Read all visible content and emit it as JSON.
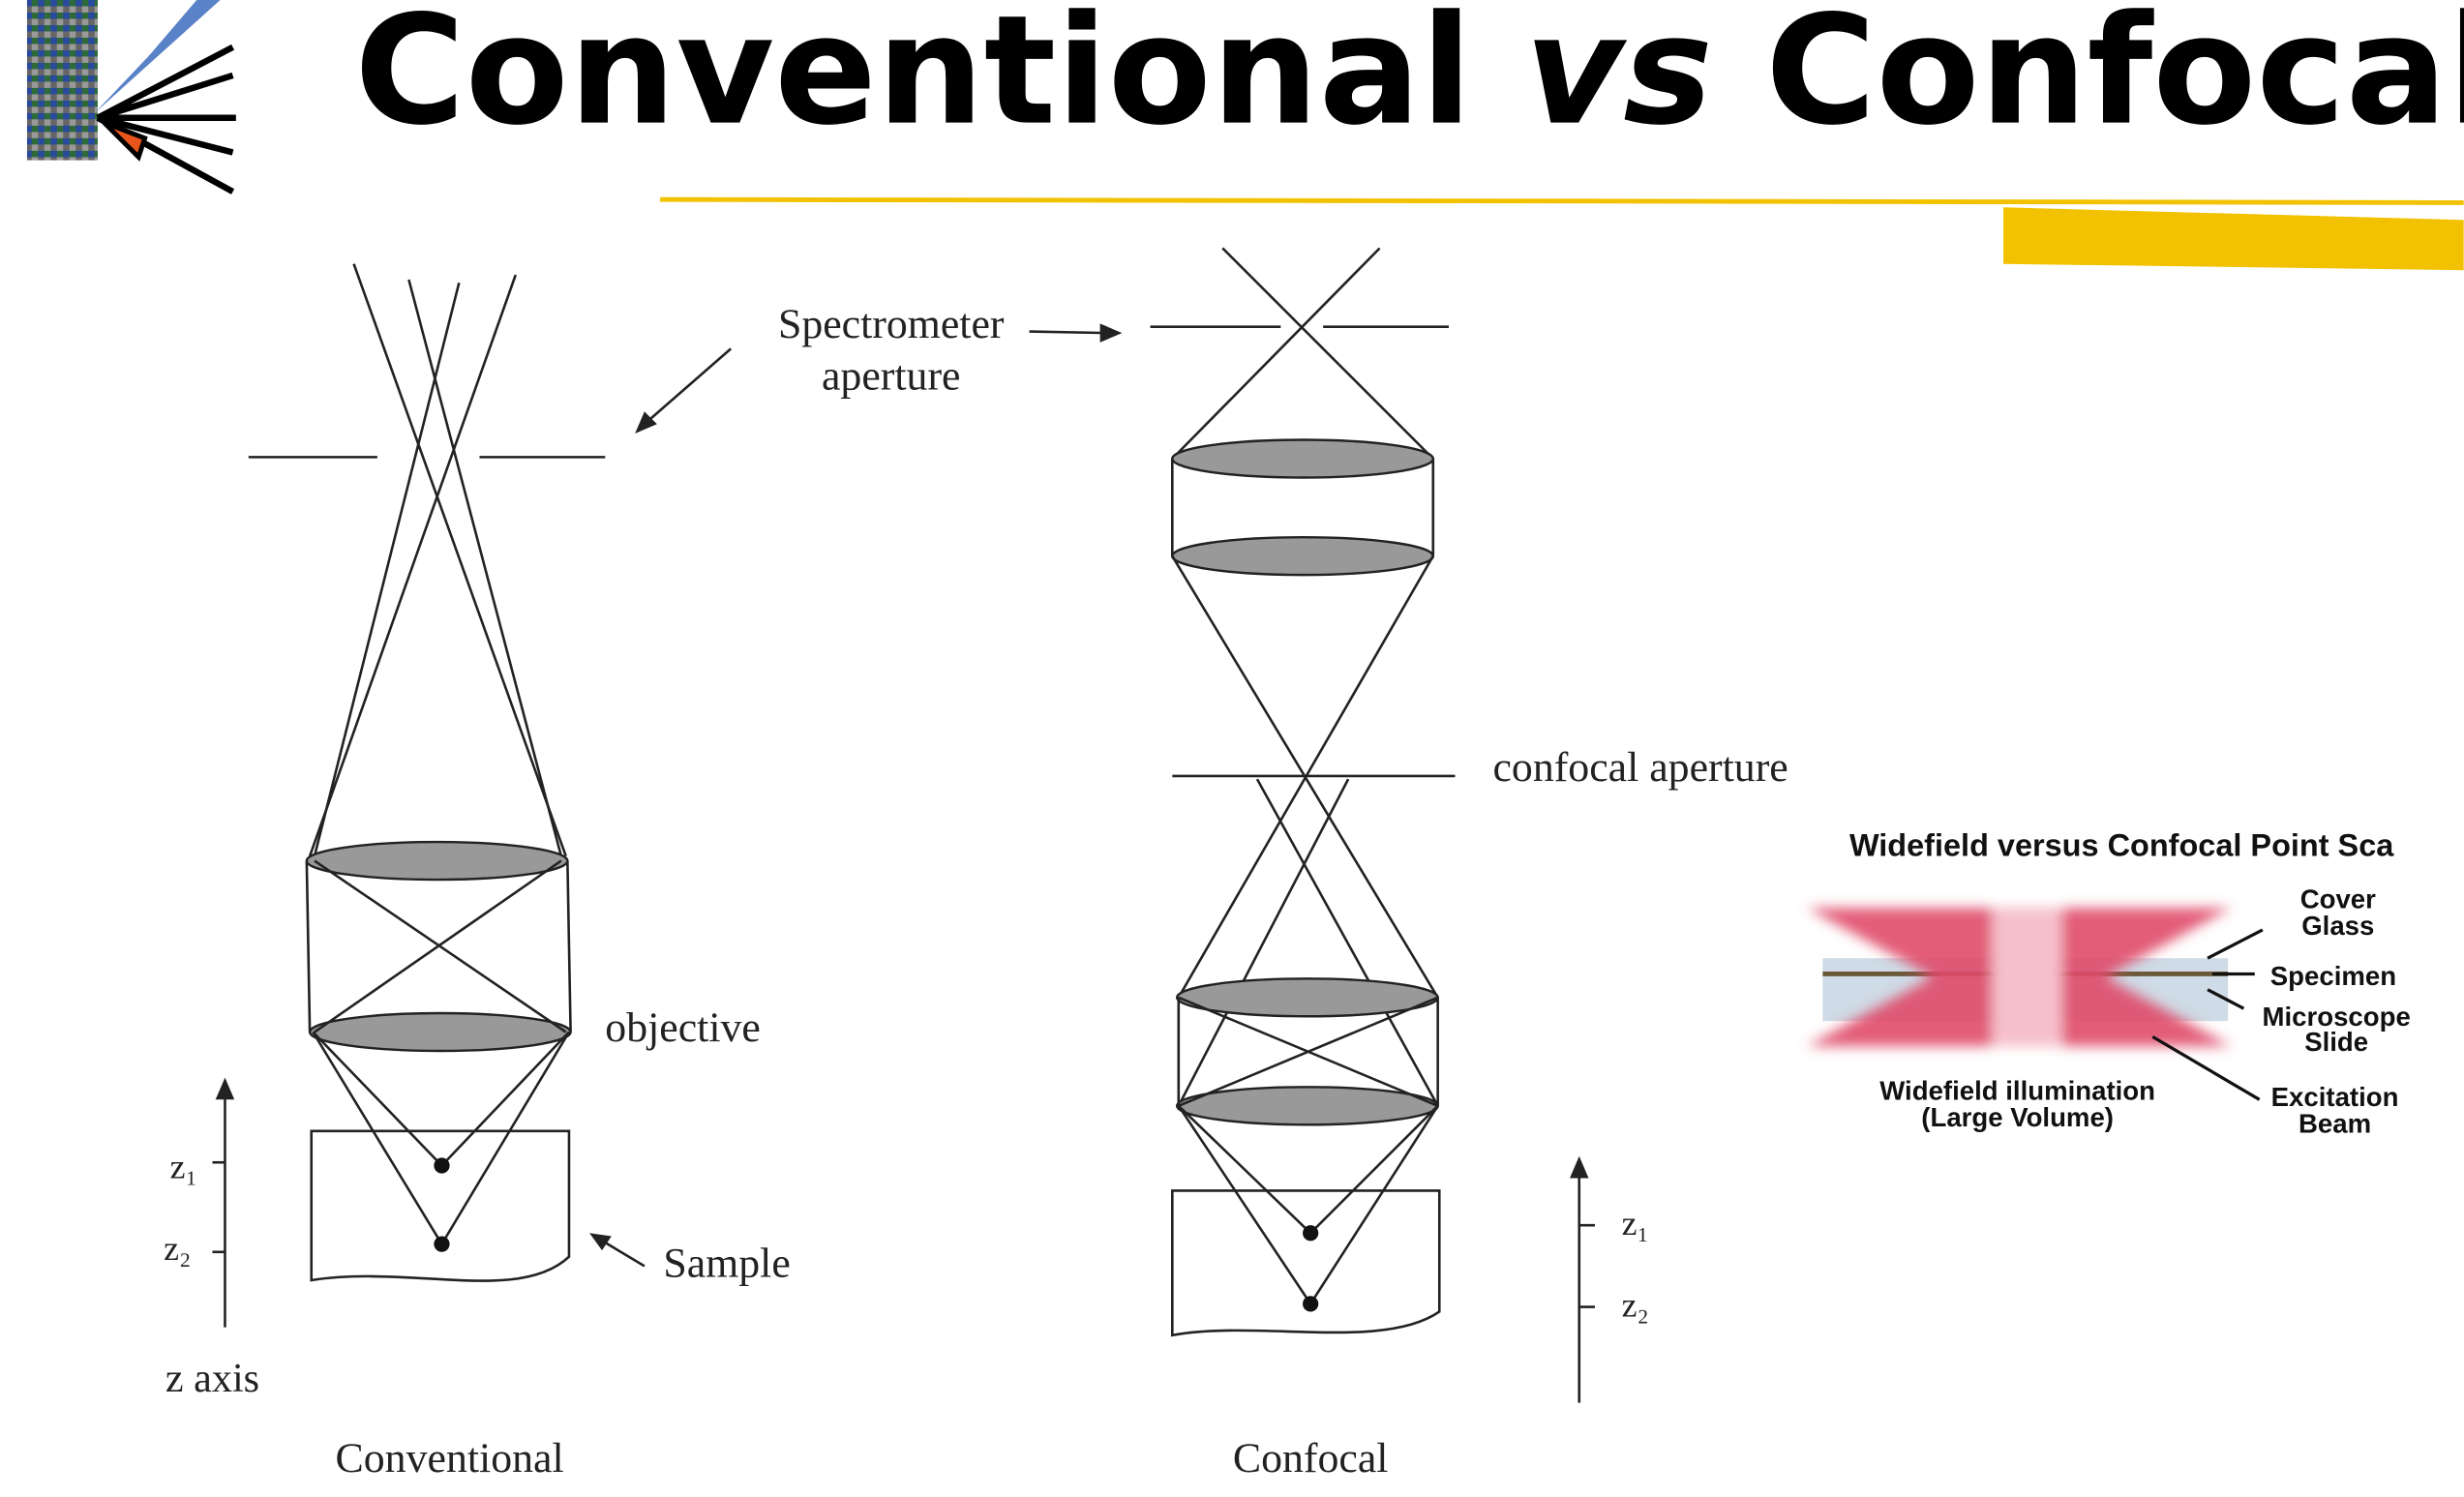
{
  "slide": {
    "title_part1": "Conventional",
    "title_italic": "vs",
    "title_part2": "Confocal",
    "accent_color": "#f2c200"
  },
  "diagram": {
    "spectrometer_label_1": "Spectrometer",
    "spectrometer_label_2": "aperture",
    "confocal_aperture_label": "confocal aperture",
    "objective_label": "objective",
    "sample_label": "Sample",
    "z1_label": "z₁",
    "z2_label": "z₂",
    "z_axis_label": "z axis",
    "conventional_caption": "Conventional",
    "confocal_caption": "Confocal"
  },
  "inset": {
    "title": "Widefield versus Confocal Point Sca",
    "cover_glass_1": "Cover",
    "cover_glass_2": "Glass",
    "specimen": "Specimen",
    "slide_1": "Microscope",
    "slide_2": "Slide",
    "beam_1": "Excitation",
    "beam_2": "Beam",
    "widefield_1": "Widefield illumination",
    "widefield_2": "(Large Volume)",
    "beam_color": "#e04a6a"
  }
}
